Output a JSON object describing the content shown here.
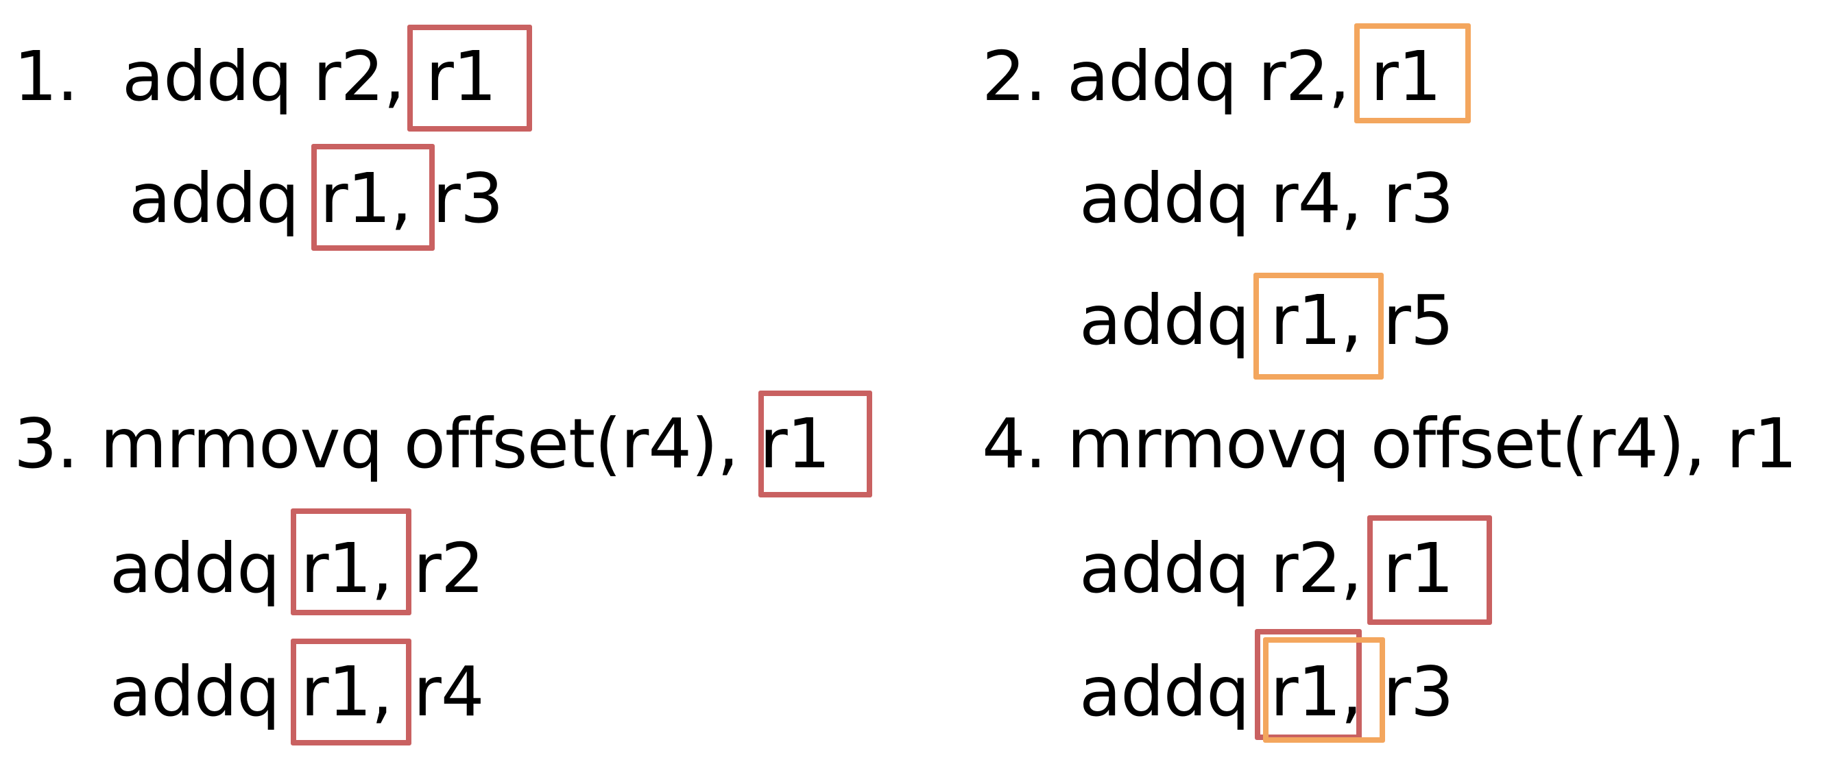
{
  "colors": {
    "red_box": "#c96161",
    "orange_box": "#f3a65e",
    "text": "#000000",
    "background": "#ffffff"
  },
  "examples": [
    {
      "number": "1.",
      "lines": [
        "addq r2, r1",
        "addq r1, r3"
      ]
    },
    {
      "number": "2.",
      "lines": [
        "addq r2, r1",
        "addq r4, r3",
        "addq r1, r5"
      ]
    },
    {
      "number": "3.",
      "lines": [
        "mrmovq offset(r4), r1",
        "addq r1, r2",
        "addq r1, r4"
      ]
    },
    {
      "number": "4.",
      "lines": [
        "mrmovq offset(r4), r1",
        "addq r2, r1",
        "addq r1, r3"
      ]
    }
  ]
}
